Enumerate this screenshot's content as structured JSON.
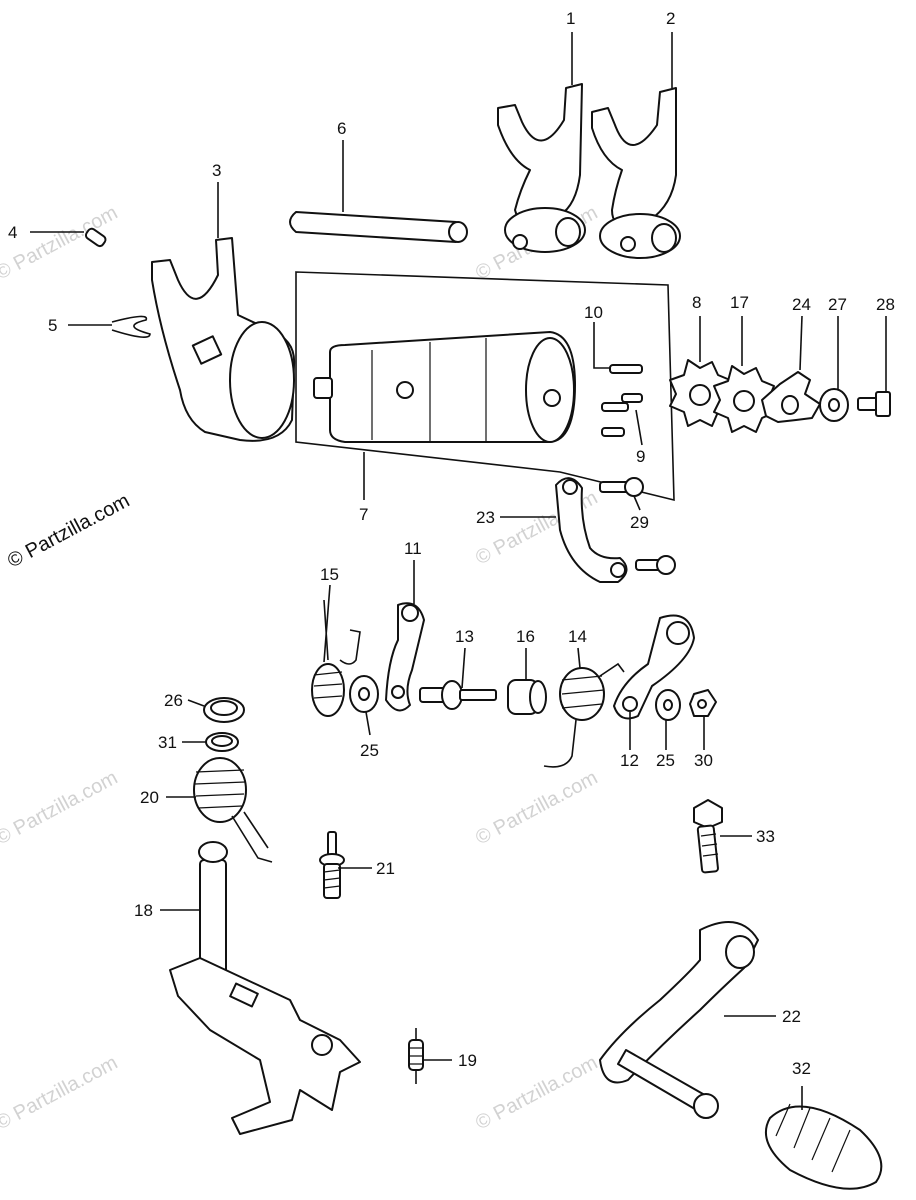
{
  "watermark": {
    "text": "© Partzilla.com",
    "side_text": "© Partzilla.com"
  },
  "callouts": [
    {
      "id": "c1",
      "label": "1"
    },
    {
      "id": "c2",
      "label": "2"
    },
    {
      "id": "c3",
      "label": "3"
    },
    {
      "id": "c4",
      "label": "4"
    },
    {
      "id": "c5",
      "label": "5"
    },
    {
      "id": "c6",
      "label": "6"
    },
    {
      "id": "c7",
      "label": "7"
    },
    {
      "id": "c8",
      "label": "8"
    },
    {
      "id": "c9",
      "label": "9"
    },
    {
      "id": "c10",
      "label": "10"
    },
    {
      "id": "c11",
      "label": "11"
    },
    {
      "id": "c12",
      "label": "12"
    },
    {
      "id": "c13",
      "label": "13"
    },
    {
      "id": "c14",
      "label": "14"
    },
    {
      "id": "c15",
      "label": "15"
    },
    {
      "id": "c16",
      "label": "16"
    },
    {
      "id": "c17",
      "label": "17"
    },
    {
      "id": "c18",
      "label": "18"
    },
    {
      "id": "c19",
      "label": "19"
    },
    {
      "id": "c20",
      "label": "20"
    },
    {
      "id": "c21",
      "label": "21"
    },
    {
      "id": "c22",
      "label": "22"
    },
    {
      "id": "c23",
      "label": "23"
    },
    {
      "id": "c24",
      "label": "24"
    },
    {
      "id": "c25a",
      "label": "25"
    },
    {
      "id": "c25b",
      "label": "25"
    },
    {
      "id": "c26",
      "label": "26"
    },
    {
      "id": "c27",
      "label": "27"
    },
    {
      "id": "c28",
      "label": "28"
    },
    {
      "id": "c29",
      "label": "29"
    },
    {
      "id": "c30",
      "label": "30"
    },
    {
      "id": "c31",
      "label": "31"
    },
    {
      "id": "c32",
      "label": "32"
    },
    {
      "id": "c33",
      "label": "33"
    }
  ]
}
